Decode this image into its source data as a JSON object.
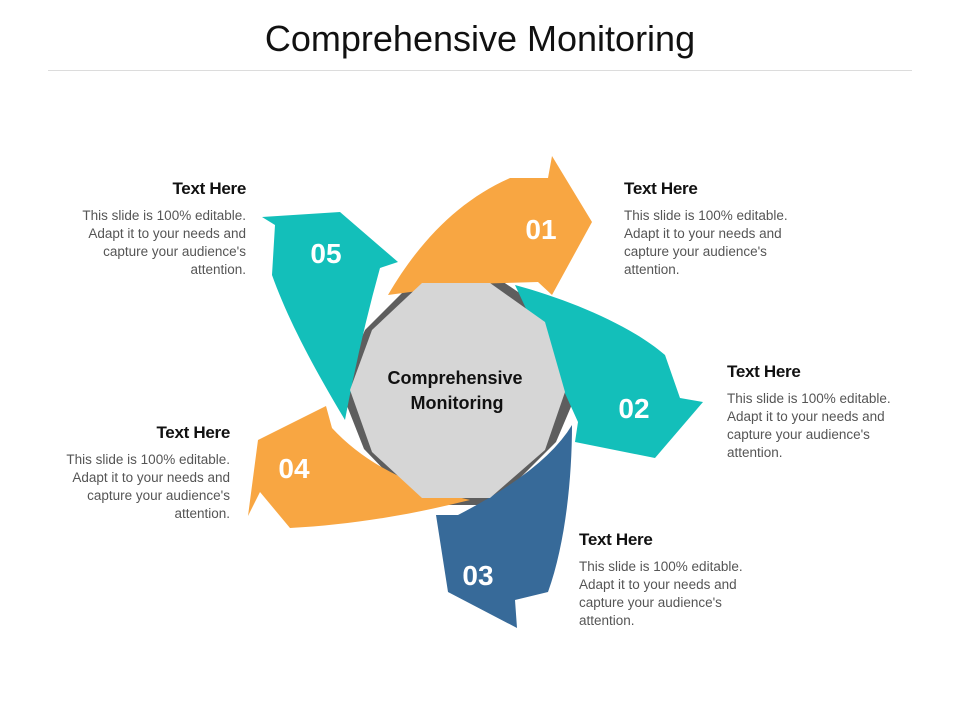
{
  "title": "Comprehensive Monitoring",
  "center": {
    "line1": "Comprehensive",
    "line2": "Monitoring"
  },
  "colors": {
    "orange": "#F8A642",
    "teal": "#13BFBA",
    "blue": "#376A99",
    "hub": "#D6D6D6",
    "hub_ring": "#5E5E5E"
  },
  "steps": [
    {
      "number": "01",
      "heading": "Text Here",
      "body": "This slide is 100% editable. Adapt it to your needs and capture your audience's attention."
    },
    {
      "number": "02",
      "heading": "Text Here",
      "body": "This slide is 100% editable. Adapt it to your needs and capture your audience's attention."
    },
    {
      "number": "03",
      "heading": "Text Here",
      "body": "This slide is 100% editable. Adapt it to your needs and capture your audience's attention."
    },
    {
      "number": "04",
      "heading": "Text Here",
      "body": "This slide is 100% editable. Adapt it to your needs and capture your audience's attention."
    },
    {
      "number": "05",
      "heading": "Text Here",
      "body": "This slide is 100% editable. Adapt it to your needs and capture your audience's attention."
    }
  ]
}
